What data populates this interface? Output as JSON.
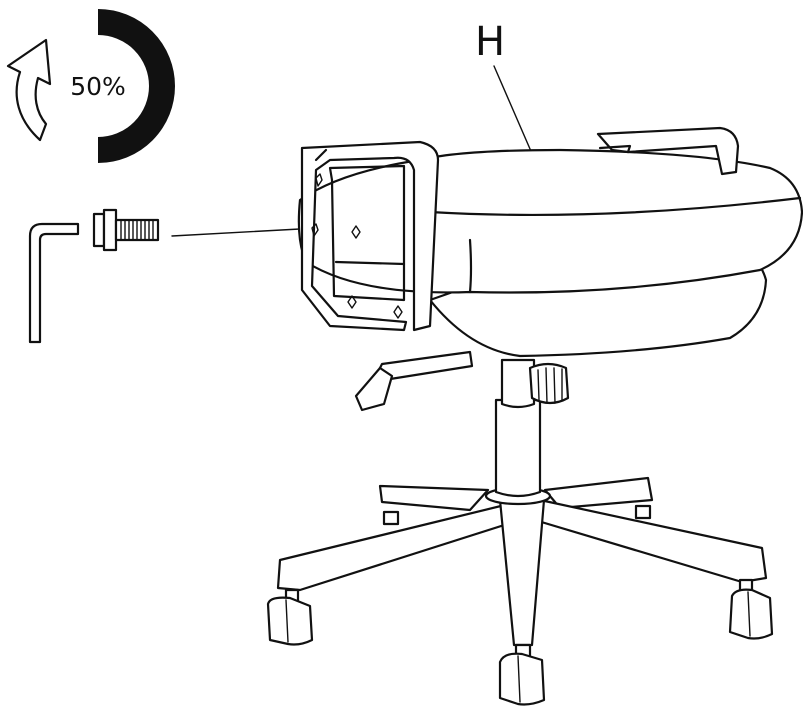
{
  "torque_indicator": {
    "percent_label": "50%",
    "icon": "rotate-arrow-icon",
    "fill_fraction": 0.5,
    "ring_color": "#111111"
  },
  "part_label": "H",
  "tools": {
    "hex_key_icon": "allen-key-icon",
    "bolt_icon": "bolt-icon"
  },
  "line_color": "#111111",
  "background": "#ffffff"
}
